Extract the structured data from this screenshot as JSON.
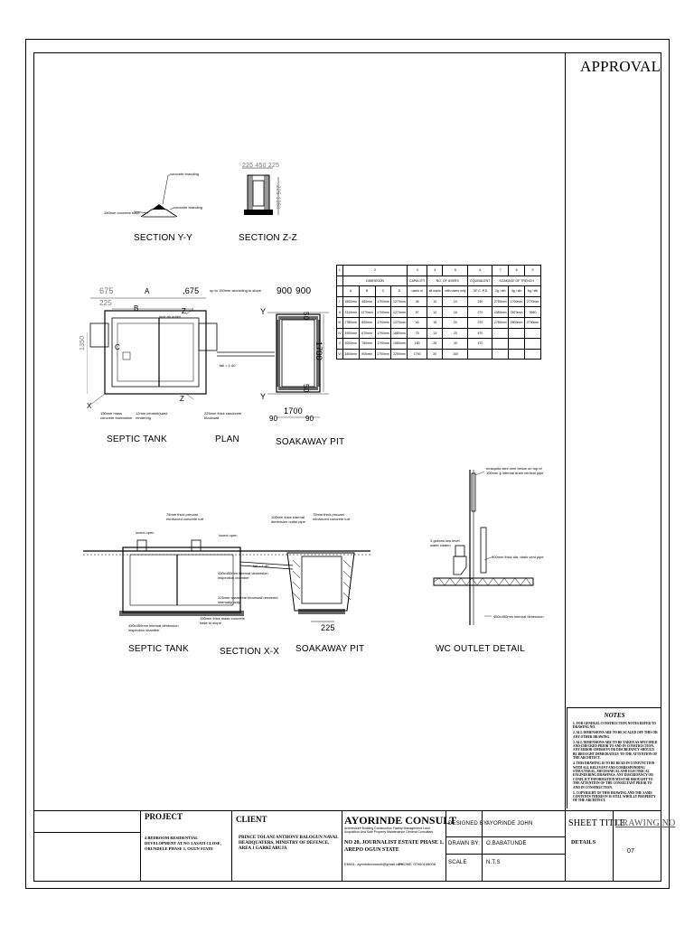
{
  "approval": {
    "title": "APPROVAL"
  },
  "drawings": {
    "section_yy": {
      "title": "SECTION Y-Y",
      "label_concrete_base": "150mm concrete base",
      "label_branding_1": "concrete branding",
      "label_branding_2": "concrete branding"
    },
    "section_zz": {
      "title": "SECTION  Z-Z",
      "dims_top": "225 450 225",
      "dims_side": "225 1350"
    },
    "plan": {
      "septic_title": "SEPTIC TANK",
      "plan_title": "PLAN",
      "soakaway_title": "SOAKAWAY PIT",
      "dim_a": "A",
      "dim_b": "B",
      "dim_c": "C",
      "dim_675a": "675",
      "dim_675b": ",675",
      "dim_225": "225",
      "dim_1350": "1350",
      "dim_900a": "900",
      "dim_900b": "900",
      "dim_1700_v": "1700",
      "dim_1700_h": "1700",
      "dim_50a": "50",
      "dim_50b": "50",
      "dim_90a": "90",
      "dim_90b": "90",
      "marker_x": "X",
      "marker_y1": "Y",
      "marker_y2": "Y",
      "marker_z1": "Z",
      "marker_z2": "Z",
      "note_slope": "up to 150mm according to slope",
      "note_vent": "inch air outlet",
      "note_fall": "fall = 1:40",
      "note_foundation": "150mm mass concrete foundation",
      "note_rendering": "12mm cement(sand rendering",
      "note_blockwall": "225mm thick sandcrete blockwall"
    },
    "section_xx": {
      "septic_title": "SEPTIC TANK",
      "section_title": "SECTION X-X",
      "soakaway_title": "SOAKAWAY PIT",
      "note_precast_1": "75mm thick precast reinforced concrete turf",
      "note_precast_2": "75mm thick precast reinforced concrete turf",
      "note_outlet_pipe": "100mm thick internal dimension outlet pipe",
      "note_lovect_1": "lovect open",
      "note_lovect_2": "lovect open",
      "note_chamber_1": "450x450mm internal dimension inspection chamber",
      "note_blockwall": "225mm sandcrete blockwall rendered internally only",
      "note_mass": "150mm thick mass concrete base to slope",
      "note_chamber_2": "450x450mm internal dimension inspection chamber",
      "note_fall": "fall = 1:40",
      "dim_225": "225"
    },
    "wc_detail": {
      "title": "WC  OUTLET  DETAIL",
      "note_mosquito": "mosquito wire vent below on top of 100mm ϕ internal drain vertical pipe",
      "note_cistern": "3 gallons low level water cistern",
      "note_pipe": "100mm thick dia. drain vent pipe",
      "note_chamber": "450x450mm internal dimension"
    }
  },
  "schedule": {
    "col_numbers": [
      "1",
      "2",
      "",
      "",
      "",
      "3",
      "4",
      "5",
      "6",
      "7",
      "8",
      "9"
    ],
    "group_labels": {
      "dimension": "DIMENSION",
      "capacity": "CAPACITY",
      "users": "NO. OF USERS",
      "equiv": "EQUIVALENT",
      "trench": "SOAKAGE OF TRENCH"
    },
    "sub_labels": [
      "",
      "A",
      "B",
      "C",
      "D",
      "users m",
      "all users",
      "with users only",
      "OF C. P.D",
      "2g / sth",
      "4g / sth",
      "6g / sth"
    ],
    "rows": [
      [
        "I",
        "1800mm",
        "460mm",
        "1700mm",
        "1270mm",
        "46",
        "10",
        "10",
        "230",
        "2780mm",
        "1700mm",
        "2770mm"
      ],
      [
        "II",
        "2310mm",
        "1270mm",
        "1700mm",
        "1270mm",
        "57",
        "12",
        "18",
        "270",
        "4380mm",
        "2870mm",
        "3960"
      ],
      [
        "III",
        "2780mm",
        "800mm",
        "1700mm",
        "1270mm",
        "40",
        "15",
        "20",
        "370",
        "2780mm",
        "2800mm",
        "2790mm"
      ],
      [
        "IV",
        "2900mm",
        "670mm",
        "1700mm",
        "1680mm",
        "75",
        "13",
        "20",
        "470",
        "",
        "",
        ""
      ],
      [
        "V",
        "3000mm",
        "760mm",
        "1700mm",
        "1980mm",
        "180",
        "25",
        "40",
        "470",
        "",
        "",
        ""
      ],
      [
        "VI",
        "3400mm",
        "900mm",
        "1700mm",
        "2290mm",
        "1750",
        "20",
        "160",
        "",
        "",
        "",
        ""
      ]
    ]
  },
  "notes": {
    "title": "NOTES",
    "items": [
      "1.  FOR GENERAL CONSTRUCTION NOTES REFER TO DRAWING NO.",
      "2.  ALL DIMENSIONS ARE TO BE SCALED OFF THIS OR ANY OTHER DRAWING.",
      "3.  ALL DIMENSIONS ARE TO BE TAKEN AS SPECIFIED AND CHECKED PRIOR TO AND IN CONSTRUCTION. ANY ERROR OMISSION OR DISCREPANCY SHOULD BE BROUGHT IMMEDIATELY TO THE ATTENTION OF THE ARCHITECT.",
      "4.  THIS DRAWING IS TO BE READ IN CONJUNCTION WITH ALL RELEVANT AND CORRESPONDING STRUCTURAL, MECHANICAL AND ELECTRICAL ENGINEERING DRAWINGS. ANY DISCREPANCY OR CONFLICT INFORMATION MUST BE BROUGHT TO THE ATTENTION OF THE CONSULTANT PRIOR TO AND IN CONSTRUCTION.",
      "5.  COPYRIGHT OF THIS DRAWING AND THE SAME CONTENTS THEREON IS STILL WHOLLY PROPERTY OF THE ARCHITECT."
    ]
  },
  "title_block": {
    "project_head": "PROJECT",
    "project_text": "4 BEDROOM RESIDENTIAL DEVELOPMENT AT NO 3 ASATI CLOSE, ORUNDELE PHASE 1, OGUN STATE",
    "client_head": "CLIENT",
    "client_text": "PRINCE TOLANI ANTHONY BALOGUN NAVAL HEADQUATERS, MINISTRY OF DEFENCE, AREA 1 GARKI ABUJA",
    "firm_name": "AYORINDE  CONSULT",
    "firm_tagline": "Architecture Building Construction  Facility Management  Land Acquisition And Sale  Property Maintenance General Consultant",
    "firm_address": "NO 20, JOURNALIST ESTATE PHASE 1, AREPO OGUN STATE",
    "firm_email": "EMAIL: ayorindeconsult@gmail.com",
    "firm_phone": "PHONE: 07060108008",
    "designed_by_label": "DESIGNED BY:",
    "designed_by_value": "AYORINDE JOHN",
    "drawn_by_label": "DRAWN BY:",
    "drawn_by_value": "O.BABATUNDE",
    "scale_label": "SCALE",
    "scale_value": "N.T.S",
    "sheet_title_label": "SHEET TITLE",
    "sheet_title_value": "DETAILS",
    "drawing_no_label": "DRAWING NO",
    "drawing_no_value": "07"
  }
}
